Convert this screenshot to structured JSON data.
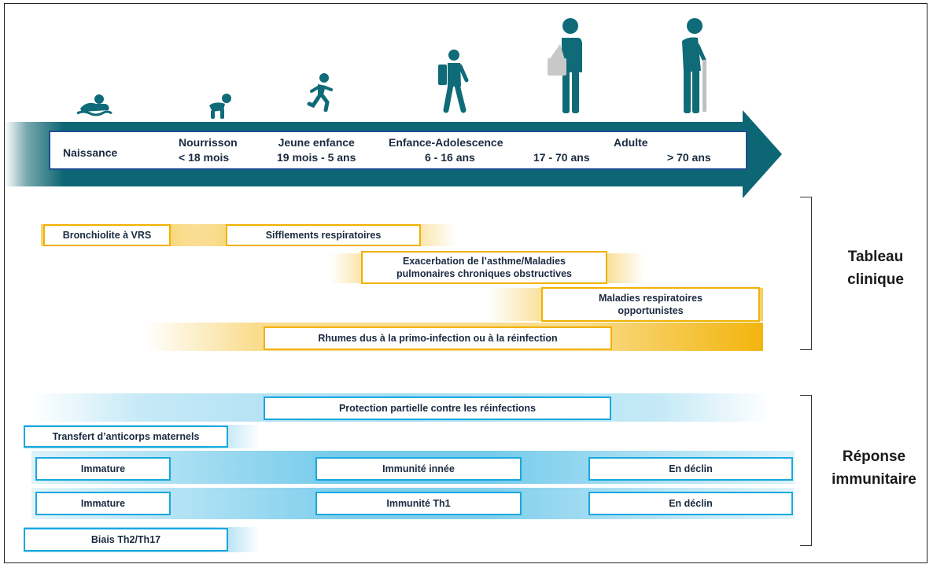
{
  "stages": {
    "s1": "Naissance",
    "s2_title": "Nourrisson",
    "s2_range": "< 18 mois",
    "s3_title": "Jeune enfance",
    "s3_range": "19 mois - 5 ans",
    "s4_title": "Enfance-Adolescence",
    "s4_range": "6 - 16 ans",
    "s5_title": "Adulte",
    "s5_range_a": "17 - 70 ans",
    "s5_range_b": "> 70 ans"
  },
  "clinical": {
    "heading_1": "Tableau",
    "heading_2": "clinique",
    "b1": "Bronchiolite à VRS",
    "b2": "Sifflements respiratoires",
    "b3_l1": "Exacerbation de l’asthme/Maladies",
    "b3_l2": "pulmonaires chroniques obstructives",
    "b4_l1": "Maladies respiratoires",
    "b4_l2": "opportunistes",
    "b5": "Rhumes dus à la primo-infection ou à la réinfection"
  },
  "immune": {
    "heading_1": "Réponse",
    "heading_2": "immunitaire",
    "p1": "Protection partielle contre les réinfections",
    "p2": "Transfert d’anticorps maternels",
    "r1a": "Immature",
    "r1b": "Immunité innée",
    "r1c": "En déclin",
    "r2a": "Immature",
    "r2b": "Immunité Th1",
    "r2c": "En déclin",
    "p3": "Biais Th2/Th17"
  },
  "colors": {
    "arrow": "#0c6673",
    "clinical_accent": "#f2b100",
    "immune_accent": "#19a8de",
    "figure": "#0f6b78"
  },
  "icons": [
    "newborn-icon",
    "crawling-baby-icon",
    "running-child-icon",
    "schoolchild-icon",
    "adult-with-bag-icon",
    "elderly-with-cane-icon"
  ]
}
